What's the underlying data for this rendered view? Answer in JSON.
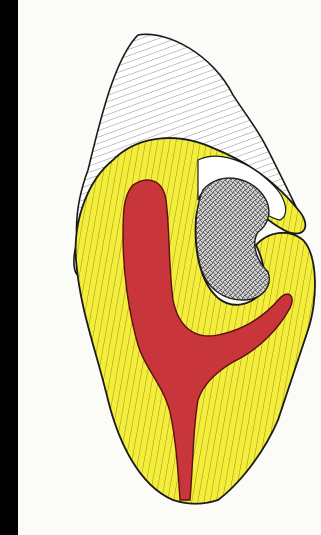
{
  "figure": {
    "subject": "tooth-cross-section-drawing",
    "colors": {
      "frame": "#000000",
      "paper": "#fbfbf7",
      "enamel": "#ffffff",
      "dentin": "#f4ee3b",
      "pulp": "#c8353a",
      "cavity": "#d8d8d8",
      "outline": "#1a1a1a"
    },
    "icons": [
      "enamel-cap",
      "dentin-layer",
      "pulp-chamber",
      "carious-lesion"
    ]
  }
}
